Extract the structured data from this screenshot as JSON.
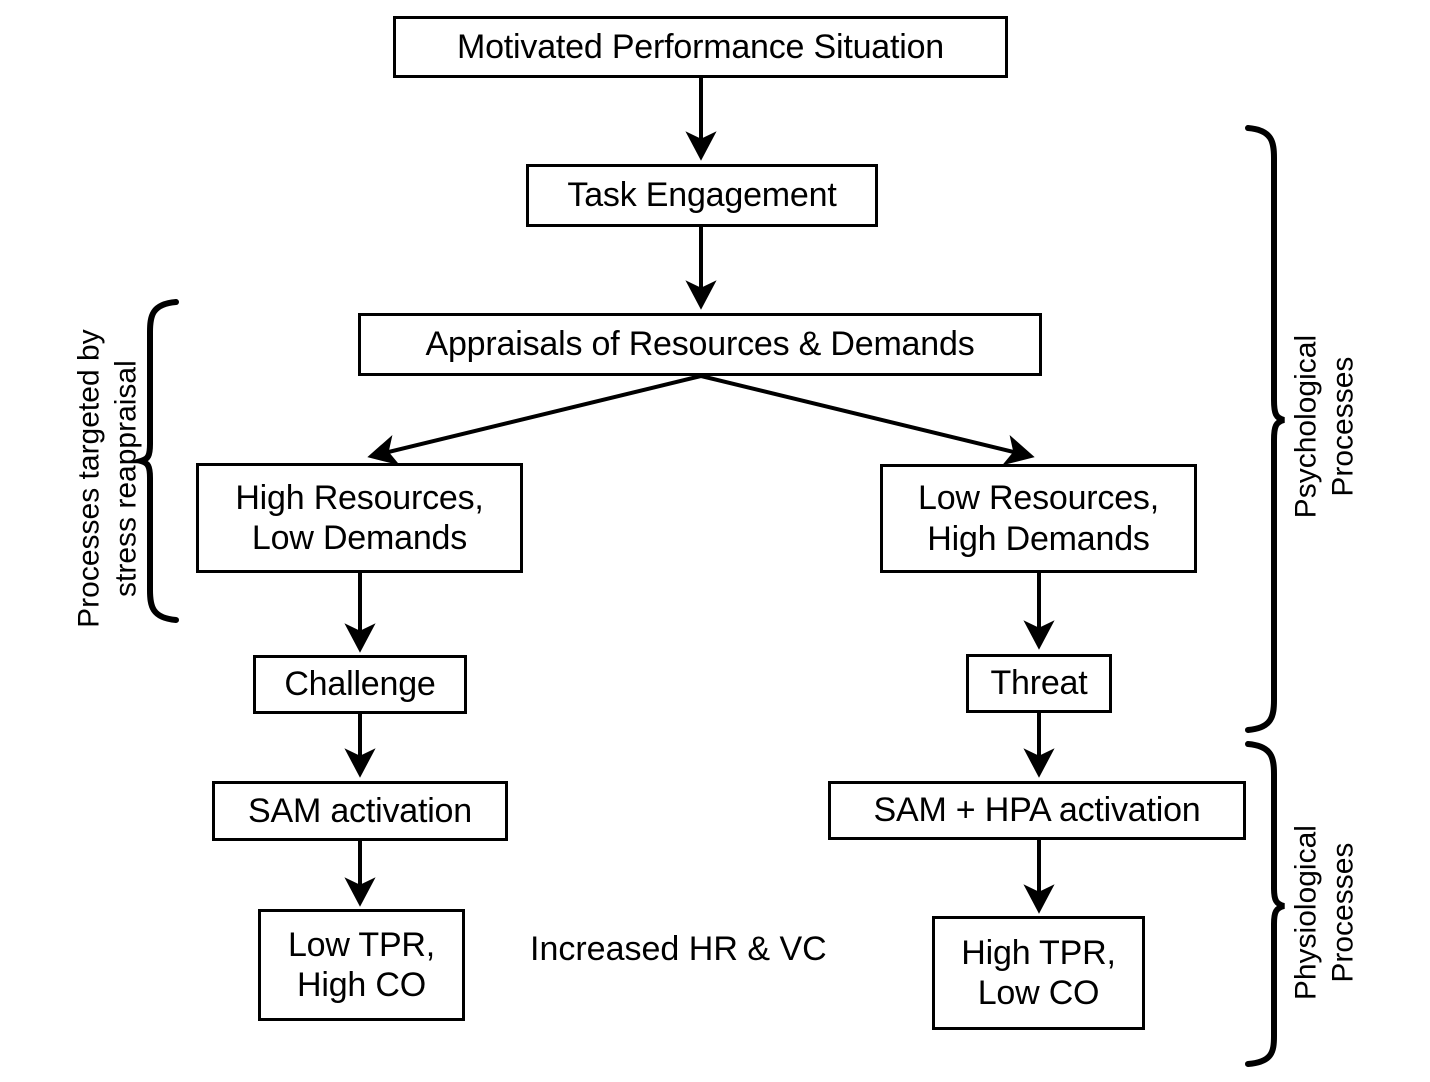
{
  "diagram": {
    "title_present": false,
    "background_color": "#ffffff",
    "line_color": "#000000",
    "text_color": "#000000",
    "nodes": [
      {
        "id": "motivated-performance-situation",
        "label": "Motivated Performance Situation"
      },
      {
        "id": "task-engagement",
        "label": "Task Engagement"
      },
      {
        "id": "appraisals",
        "label": "Appraisals of Resources & Demands"
      },
      {
        "id": "high-resources-low-demands",
        "label": "High Resources,\nLow Demands"
      },
      {
        "id": "low-resources-high-demands",
        "label": "Low Resources,\nHigh Demands"
      },
      {
        "id": "challenge",
        "label": "Challenge"
      },
      {
        "id": "threat",
        "label": "Threat"
      },
      {
        "id": "sam-activation",
        "label": "SAM activation"
      },
      {
        "id": "sam-hpa-activation",
        "label": "SAM + HPA activation"
      },
      {
        "id": "low-tpr-high-co",
        "label": "Low TPR,\nHigh CO"
      },
      {
        "id": "high-tpr-low-co",
        "label": "High TPR,\nLow CO"
      }
    ],
    "annotations": [
      {
        "id": "increased-hr-vc",
        "label": "Increased HR & VC"
      }
    ],
    "braces": [
      {
        "id": "left-brace",
        "label": "Processes targeted by\nstress reappraisal",
        "side": "left"
      },
      {
        "id": "psychological-brace",
        "label": "Psychological\nProcesses",
        "side": "right"
      },
      {
        "id": "physiological-brace",
        "label": "Physiological\nProcesses",
        "side": "right"
      }
    ],
    "edges": [
      {
        "from": "motivated-performance-situation",
        "to": "task-engagement"
      },
      {
        "from": "task-engagement",
        "to": "appraisals"
      },
      {
        "from": "appraisals",
        "to": "high-resources-low-demands"
      },
      {
        "from": "appraisals",
        "to": "low-resources-high-demands"
      },
      {
        "from": "high-resources-low-demands",
        "to": "challenge"
      },
      {
        "from": "low-resources-high-demands",
        "to": "threat"
      },
      {
        "from": "challenge",
        "to": "sam-activation"
      },
      {
        "from": "threat",
        "to": "sam-hpa-activation"
      },
      {
        "from": "sam-activation",
        "to": "low-tpr-high-co"
      },
      {
        "from": "sam-hpa-activation",
        "to": "high-tpr-low-co"
      }
    ]
  }
}
